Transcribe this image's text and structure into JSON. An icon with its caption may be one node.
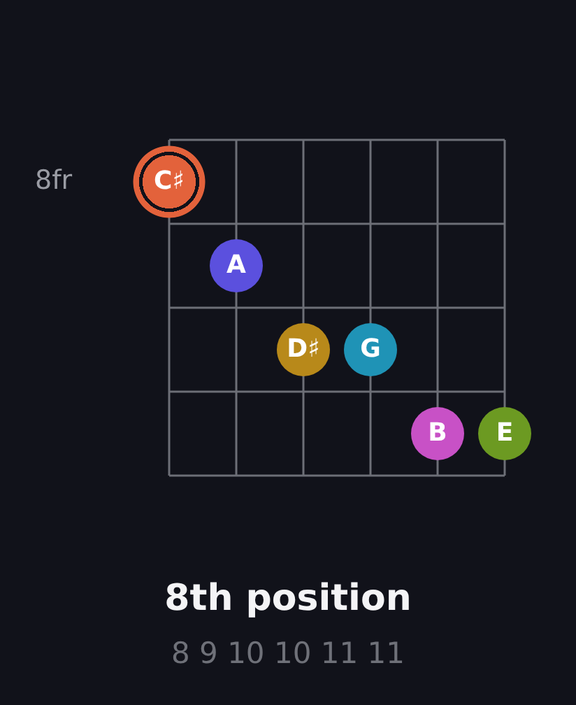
{
  "diagram": {
    "title": "8th position",
    "nodes": [
      {
        "text": [
          "C♯"
        ]
      },
      {
        "text": [
          "A"
        ]
      },
      {
        "text": [
          "D♯"
        ]
      },
      {
        "text": [
          "G"
        ]
      },
      {
        "text": [
          "B"
        ]
      },
      {
        "text": [
          "E"
        ]
      }
    ],
    "labels": [
      "8fr",
      "8 9 10 10 11 11"
    ]
  }
}
